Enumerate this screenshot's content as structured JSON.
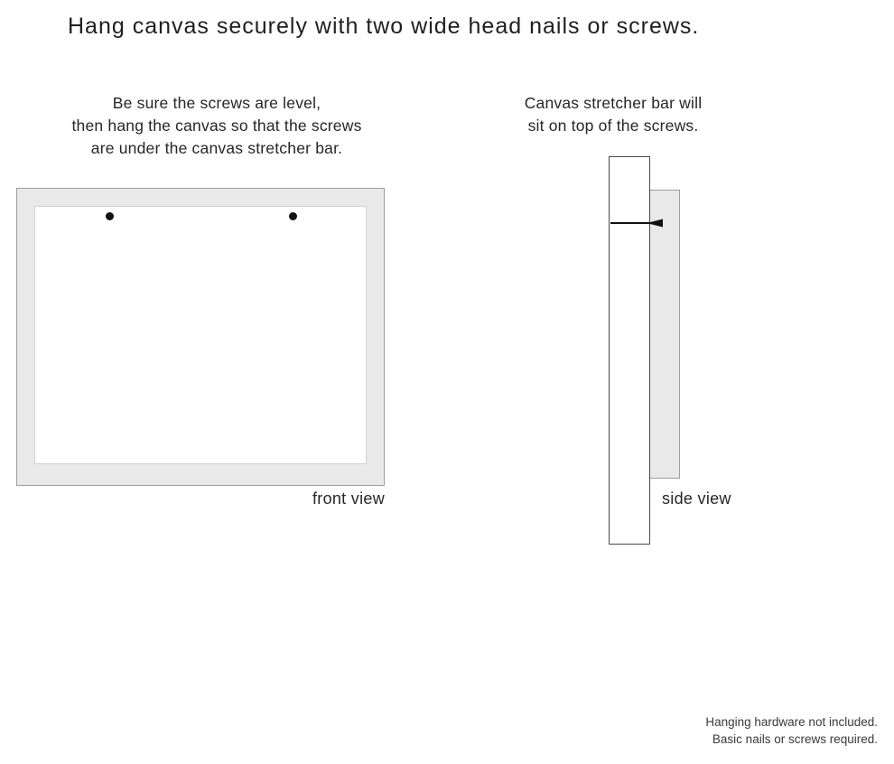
{
  "title": "Hang canvas securely with two wide head nails or screws.",
  "front_instruction": {
    "line1": "Be sure the screws are level,",
    "line2": "then hang the canvas so that the screws",
    "line3": "are under the canvas stretcher bar."
  },
  "side_instruction": {
    "line1": "Canvas stretcher bar will",
    "line2": "sit on top of the screws."
  },
  "front_view": {
    "label": "front view",
    "screw_count": 2
  },
  "side_view": {
    "label": "side view"
  },
  "footer": {
    "line1": "Hanging hardware not included.",
    "line2": "Basic nails or screws required."
  },
  "colors": {
    "background": "#ffffff",
    "canvas_fill": "#e9e9e9",
    "canvas_border": "#9d9d9d",
    "inner_fill": "#ffffff",
    "bar_border": "#4a4a4a",
    "nail": "#111111",
    "text": "#262626"
  }
}
